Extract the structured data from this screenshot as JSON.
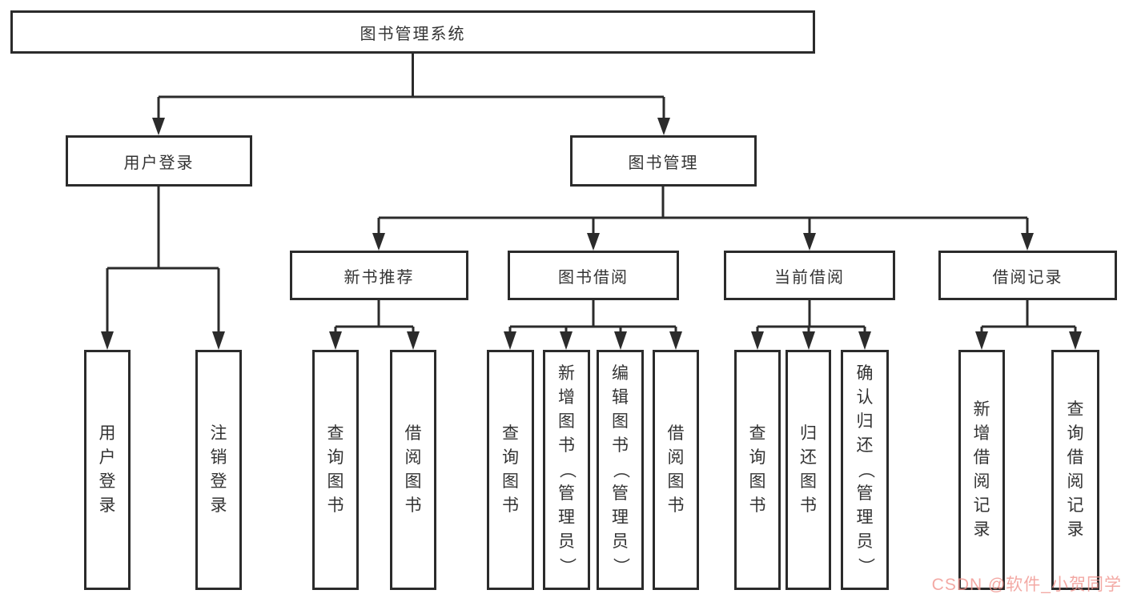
{
  "colors": {
    "background": "#ffffff",
    "line": "#2b2b2b",
    "box-border": "#2b2b2b",
    "box-fill": "#ffffff",
    "text": "#333333",
    "watermark": "#f1948e"
  },
  "watermark": {
    "text": "CSDN @软件_小贺同学"
  },
  "diagram": {
    "type": "hierarchy-flowchart",
    "root": {
      "label": "图书管理系统",
      "children": [
        {
          "label": "用户登录",
          "children": [
            {
              "label": "用户登录"
            },
            {
              "label": "注销登录"
            }
          ]
        },
        {
          "label": "图书管理",
          "children": [
            {
              "label": "新书推荐",
              "children": [
                {
                  "label": "查询图书"
                },
                {
                  "label": "借阅图书"
                }
              ]
            },
            {
              "label": "图书借阅",
              "children": [
                {
                  "label": "查询图书"
                },
                {
                  "label": "新增图书（管理员）"
                },
                {
                  "label": "编辑图书（管理员）"
                },
                {
                  "label": "借阅图书"
                }
              ]
            },
            {
              "label": "当前借阅",
              "children": [
                {
                  "label": "查询图书"
                },
                {
                  "label": "归还图书"
                },
                {
                  "label": "确认归还（管理员）"
                }
              ]
            },
            {
              "label": "借阅记录",
              "children": [
                {
                  "label": "新增借阅记录"
                },
                {
                  "label": "查询借阅记录"
                }
              ]
            }
          ]
        }
      ]
    }
  }
}
